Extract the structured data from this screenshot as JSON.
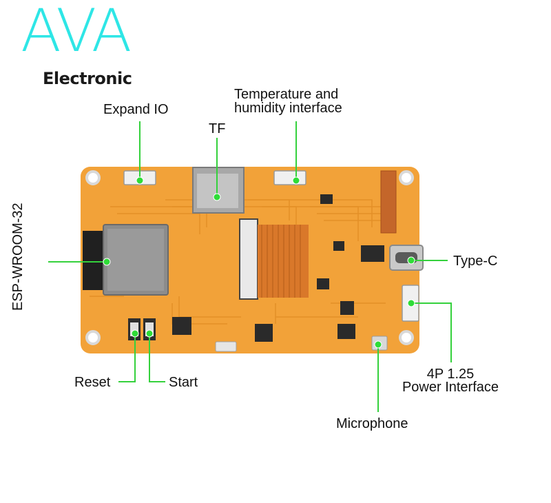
{
  "brand": {
    "name": "AVA",
    "subtitle": "Electronic",
    "color": "#2ee6e6"
  },
  "colors": {
    "pcb": "#f2a239",
    "pcb_dark": "#d98420",
    "trace": "#e8952c",
    "leader": "#34d13c",
    "dot": "#2fdc38"
  },
  "callouts": {
    "expand_io": "Expand IO",
    "temp_humidity_line1": "Temperature and",
    "temp_humidity_line2": "humidity interface",
    "tf": "TF",
    "esp": "ESP-WROOM-32",
    "type_c": "Type-C",
    "power_line1": "4P 1.25",
    "power_line2": "Power Interface",
    "reset": "Reset",
    "start": "Start",
    "microphone": "Microphone"
  }
}
